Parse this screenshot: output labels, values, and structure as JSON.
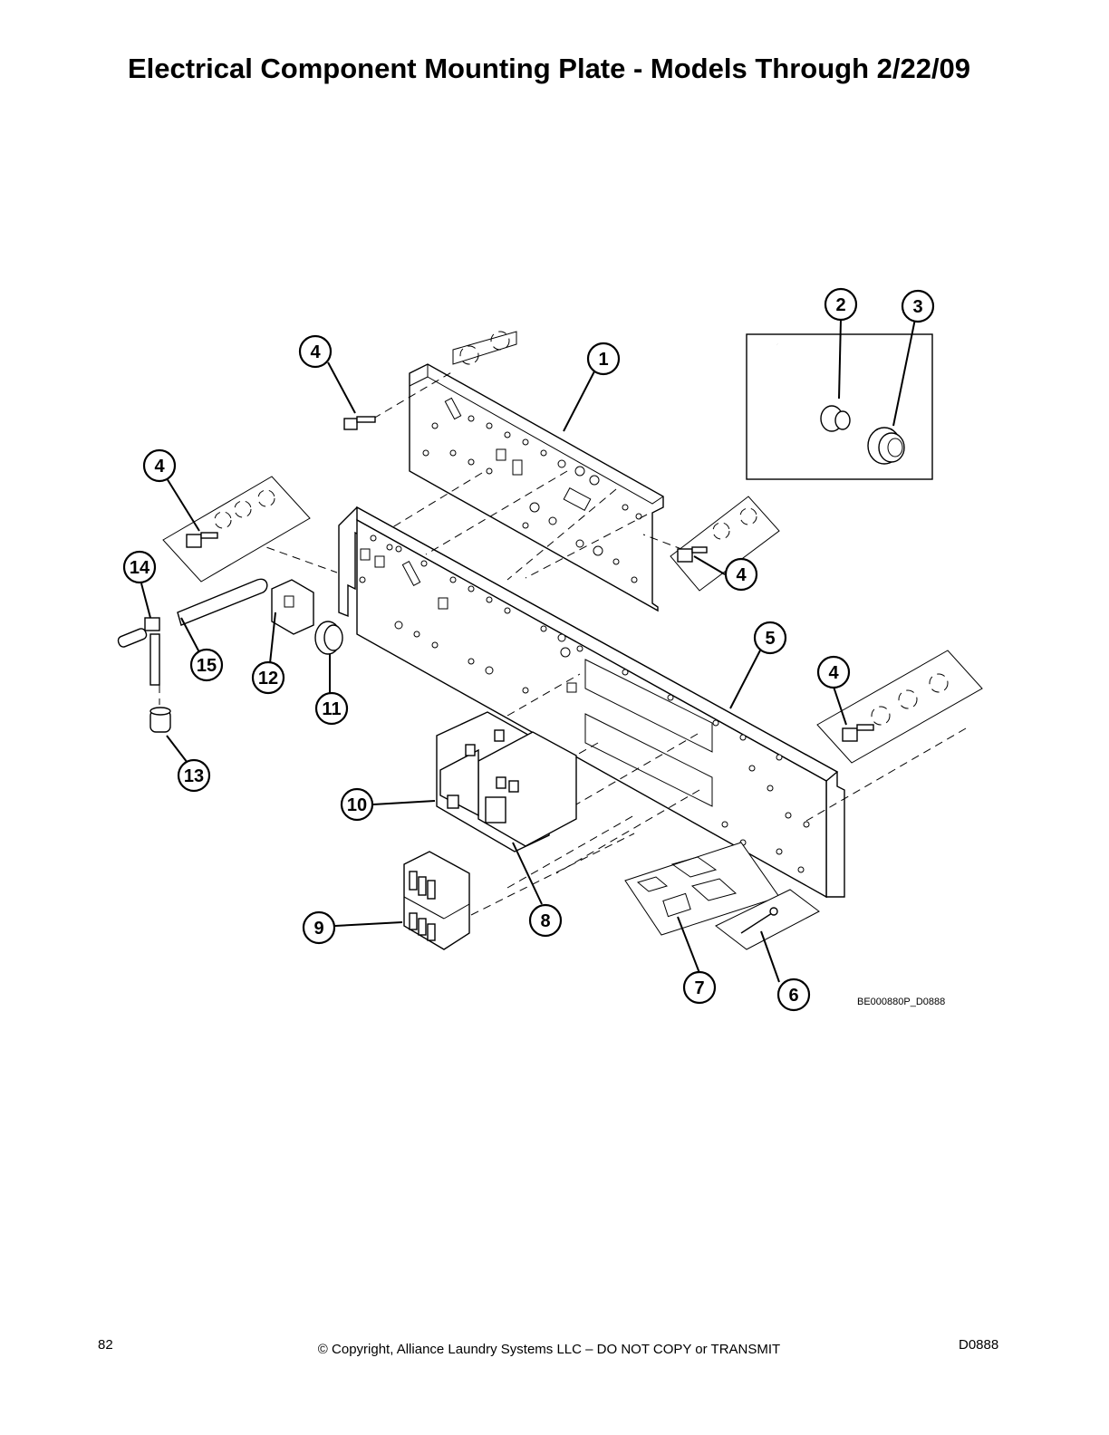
{
  "title": "Electrical Component Mounting Plate - Models Through 2/22/09",
  "diagram": {
    "drawing_id": "BE000880P_D0888",
    "callouts": [
      "1",
      "2",
      "3",
      "4",
      "4",
      "4",
      "4",
      "5",
      "6",
      "7",
      "8",
      "9",
      "10",
      "11",
      "12",
      "13",
      "14",
      "15"
    ]
  },
  "footer": {
    "page_number": "82",
    "copyright": "© Copyright, Alliance Laundry Systems LLC – DO NOT COPY or TRANSMIT",
    "doc_code": "D0888"
  }
}
